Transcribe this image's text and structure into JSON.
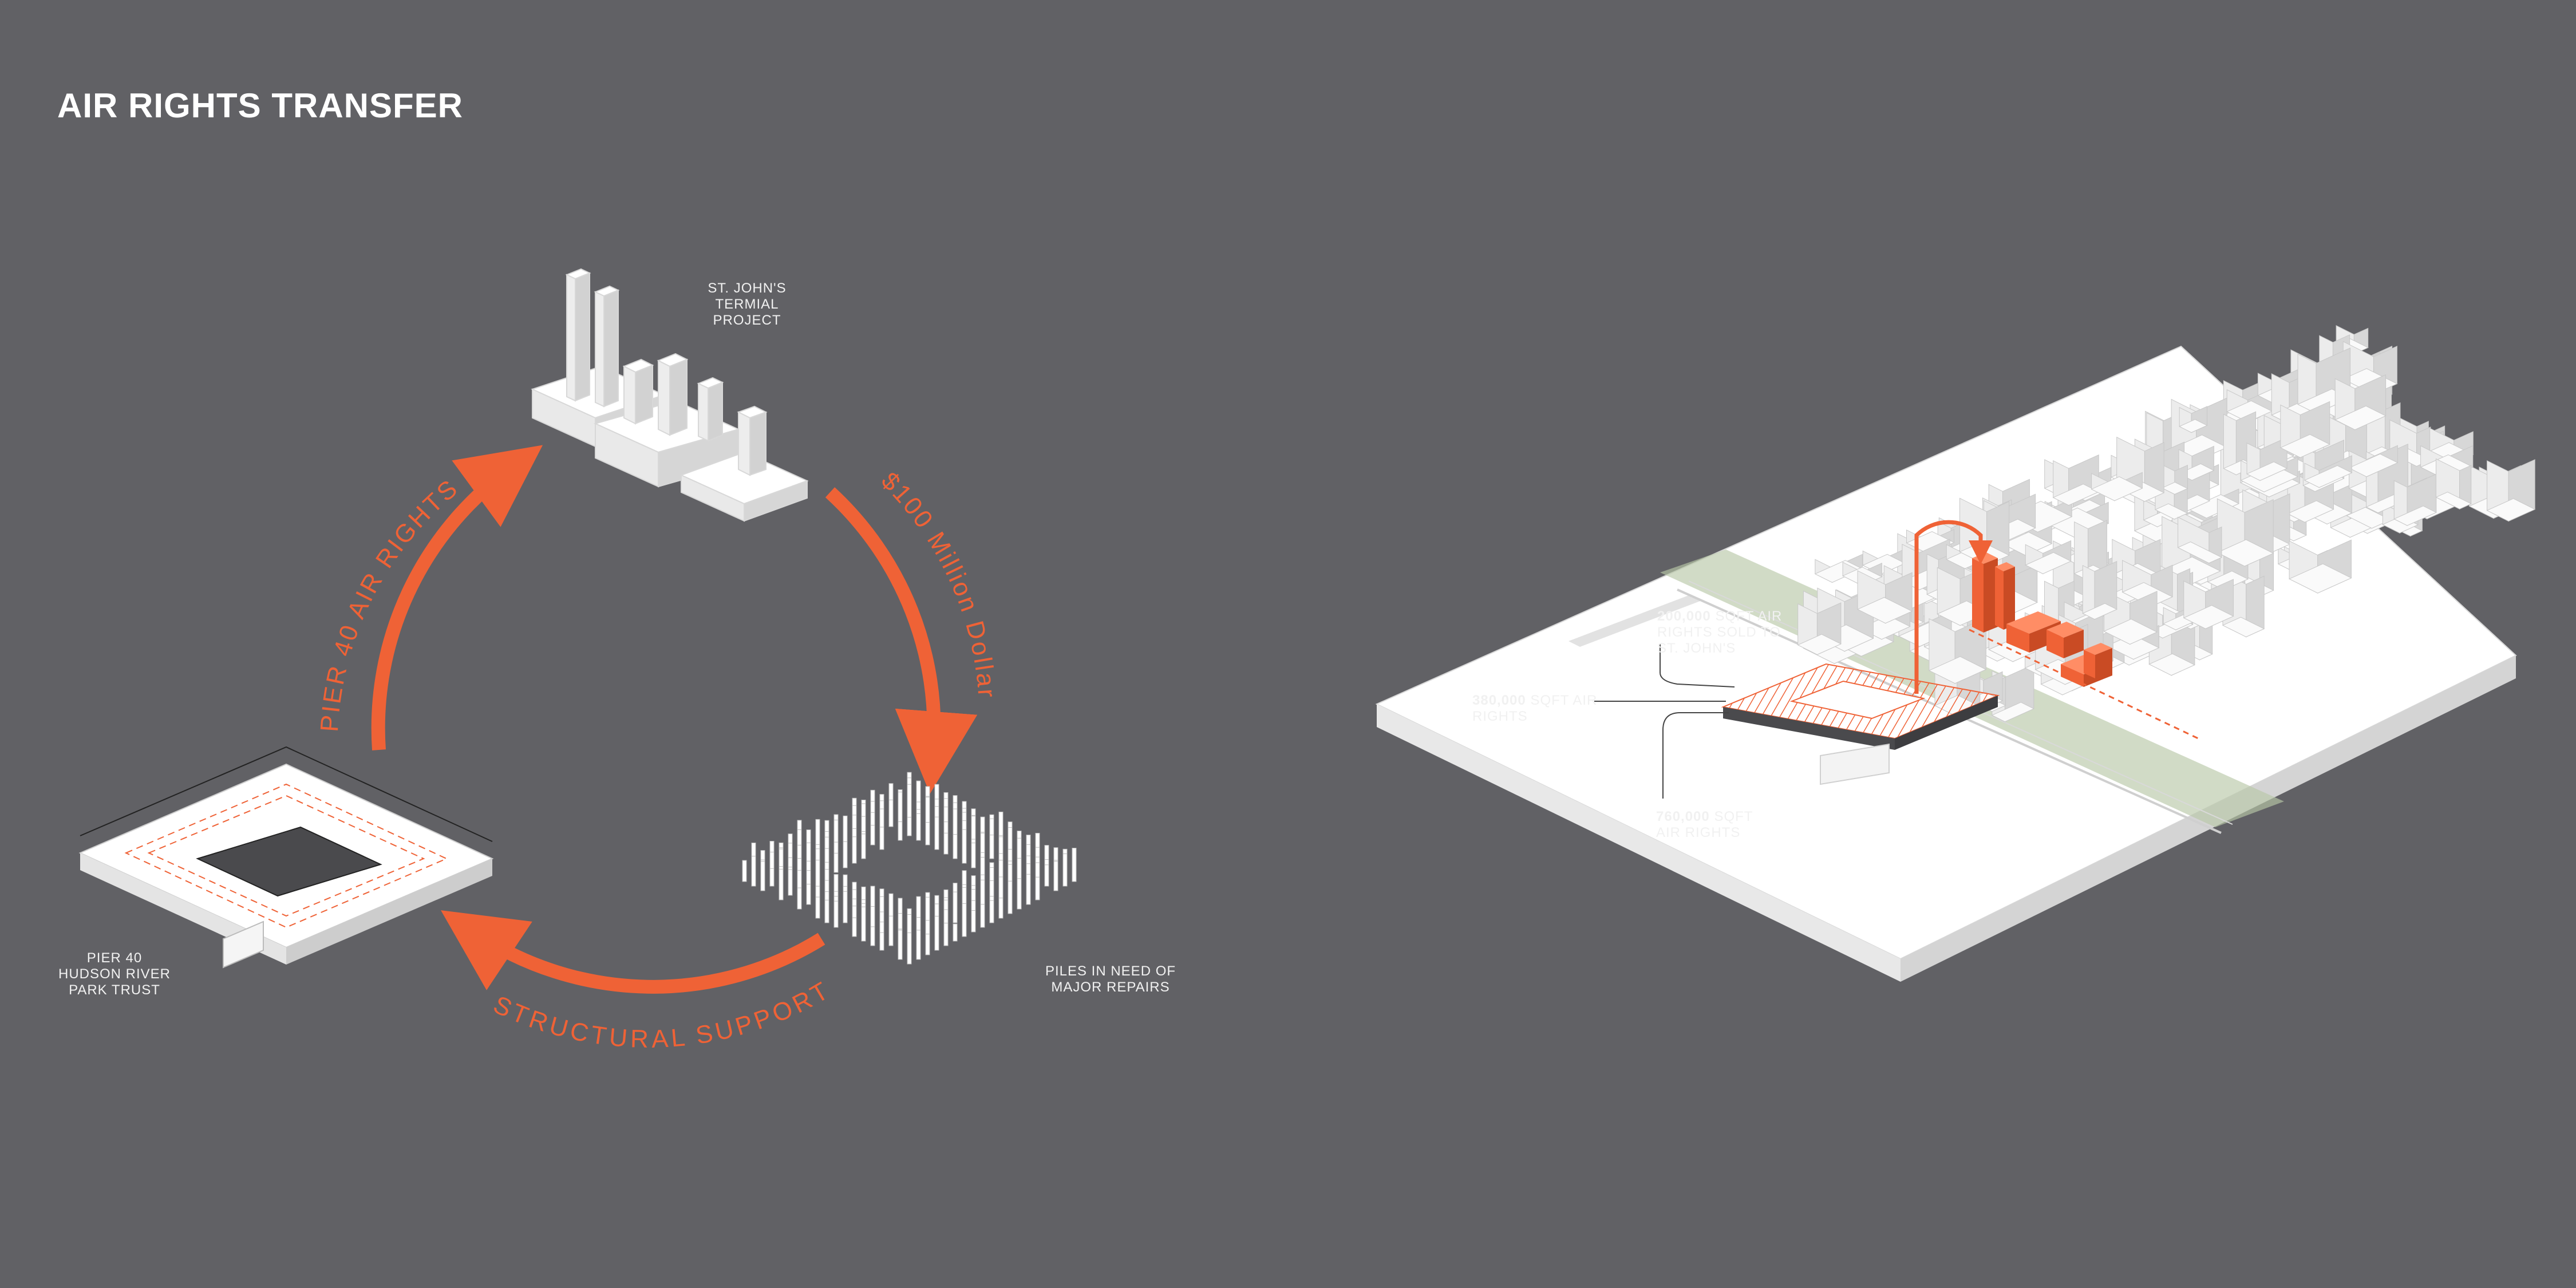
{
  "header": {
    "title": "AIR RIGHTS TRANSFER"
  },
  "cycle": {
    "node_tower": "ST. JOHN'S\nTERMIAL\nPROJECT",
    "node_piles": "PILES IN NEED OF\nMAJOR REPAIRS",
    "node_pier": "PIER 40\nHUDSON RIVER\nPARK TRUST",
    "arrow_left": "PIER 40 AIR RIGHTS",
    "arrow_right": "$100 Million Dollars",
    "arrow_bottom": "STRUCTURAL SUPPORT"
  },
  "map": {
    "callout_sold_value": "200,000",
    "callout_sold_text": "SQFT AIR RIGHTS SOLD TO ST. JOHN'S",
    "callout_pier_value": "380,000",
    "callout_pier_text": "SQFT AIR RIGHTS",
    "callout_total_value": "760,000",
    "callout_total_text": "SQFT AIR RIGHTS"
  },
  "colors": {
    "background": "#616165",
    "accent": "#ef6236",
    "mass": "#ffffff"
  }
}
